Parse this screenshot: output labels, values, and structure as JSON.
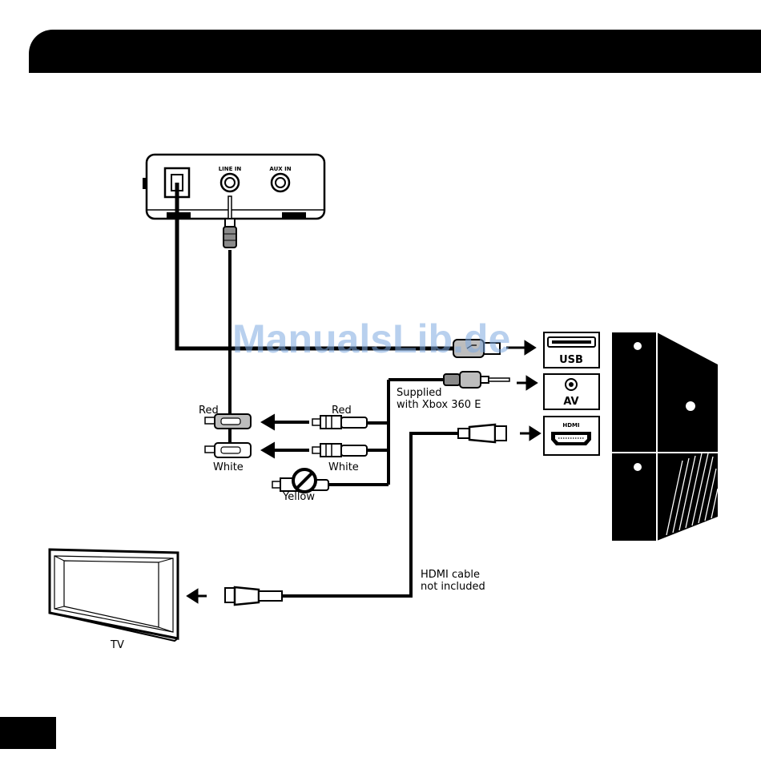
{
  "audio_box": {
    "port_line_in": "LINE IN",
    "port_aux_in": "AUX IN"
  },
  "rca_left": {
    "red": "Red",
    "white": "White"
  },
  "rca_right": {
    "red": "Red",
    "white": "White",
    "yellow": "Yellow"
  },
  "supplied_note": {
    "line1": "Supplied",
    "line2": "with Xbox 360 E"
  },
  "hdmi_note": {
    "line1": "HDMI cable",
    "line2": "not included"
  },
  "console_ports": {
    "usb": "USB",
    "av": "AV",
    "hdmi": "HDMI"
  },
  "tv": {
    "label": "TV"
  },
  "watermark": "ManualsLib.de"
}
